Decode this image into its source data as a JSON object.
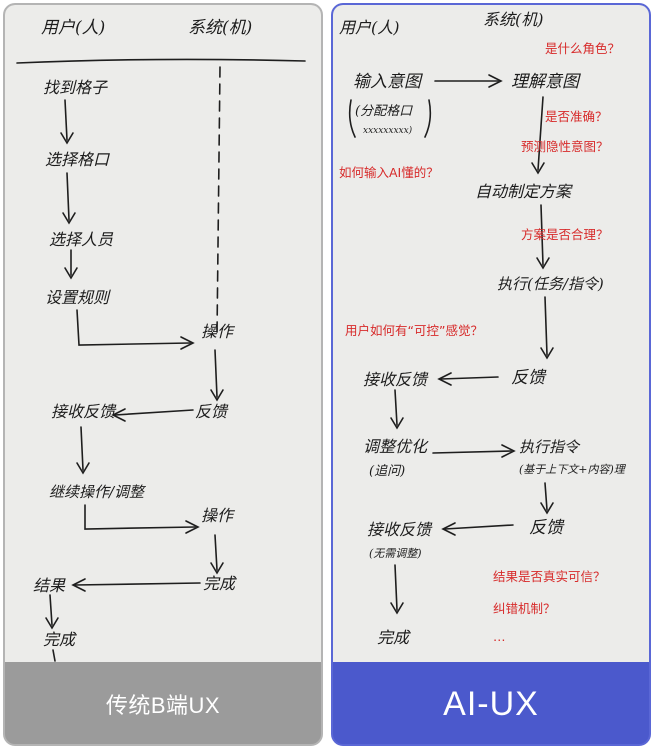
{
  "left_panel": {
    "caption": "传统B端UX",
    "header_user": "用户(人)",
    "header_system": "系统(机)",
    "steps": {
      "find_grid": "找到格子",
      "select_grid": "选择格口",
      "select_person": "选择人员",
      "set_rule": "设置规则",
      "op1": "操作",
      "feedback1": "反馈",
      "receive1": "接收反馈",
      "continue": "继续操作/调整",
      "op2": "操作",
      "done_sys": "完成",
      "result": "结果",
      "done_user": "完成"
    }
  },
  "right_panel": {
    "caption": "AI-UX",
    "header_user": "用户(人)",
    "header_system": "系统(机)",
    "steps": {
      "input_intent": "输入意图",
      "input_sub": "(分配格口",
      "input_sub2": "xxxxxxxxx)",
      "understand": "理解意图",
      "auto_plan": "自动制定方案",
      "execute": "执行(任务/指令)",
      "feedback": "反馈",
      "receive": "接收反馈",
      "adjust": "调整优化",
      "adjust_sub": "(追问)",
      "exec2": "执行指令",
      "exec2_sub": "(基于上下文+内容)理",
      "feedback2": "反馈",
      "receive2": "接收反馈",
      "receive2_sub": "(无需调整)",
      "done": "完成"
    },
    "notes": {
      "q_role": "是什么角色？",
      "q_accurate": "是否准确？",
      "q_predict": "预测隐性意图？",
      "q_input": "如何输入AI懂的？",
      "q_plan": "方案是否合理？",
      "q_control": "用户如何有“可控”感觉？",
      "q_result": "结果是否真实可信？",
      "q_correction": "纠错机制？",
      "ellipsis": "…"
    }
  }
}
